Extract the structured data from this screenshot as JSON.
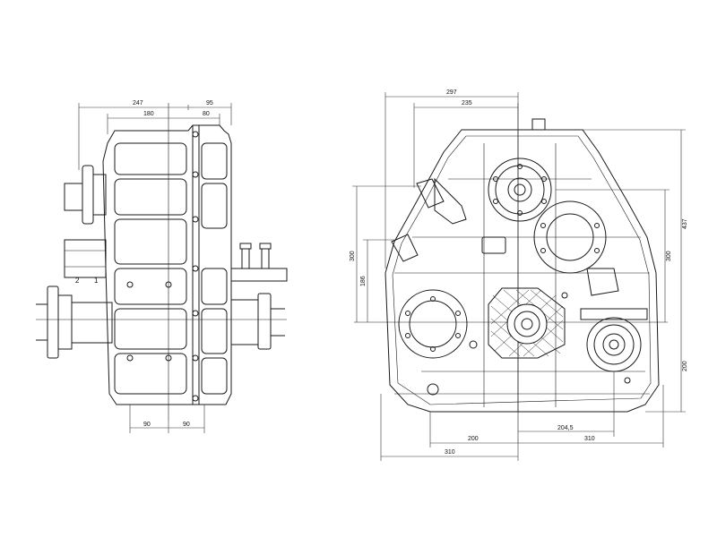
{
  "side_view": {
    "dims": {
      "d247": "247",
      "d95": "95",
      "d180": "180",
      "d80": "80",
      "d90_left": "90",
      "d90_right": "90"
    },
    "labels": {
      "shaft_2": "2",
      "shaft_1": "1"
    }
  },
  "front_view": {
    "dims": {
      "d297": "297",
      "d235": "235",
      "d437": "437",
      "d300_left": "300",
      "d186": "186",
      "d300_right": "300",
      "d200_right": "200",
      "d200_bottom": "200",
      "d204_5": "204,5",
      "d310_bottom": "310",
      "d310_overall": "310"
    }
  },
  "colors": {
    "line": "#1a1a1a",
    "background": "#ffffff"
  }
}
